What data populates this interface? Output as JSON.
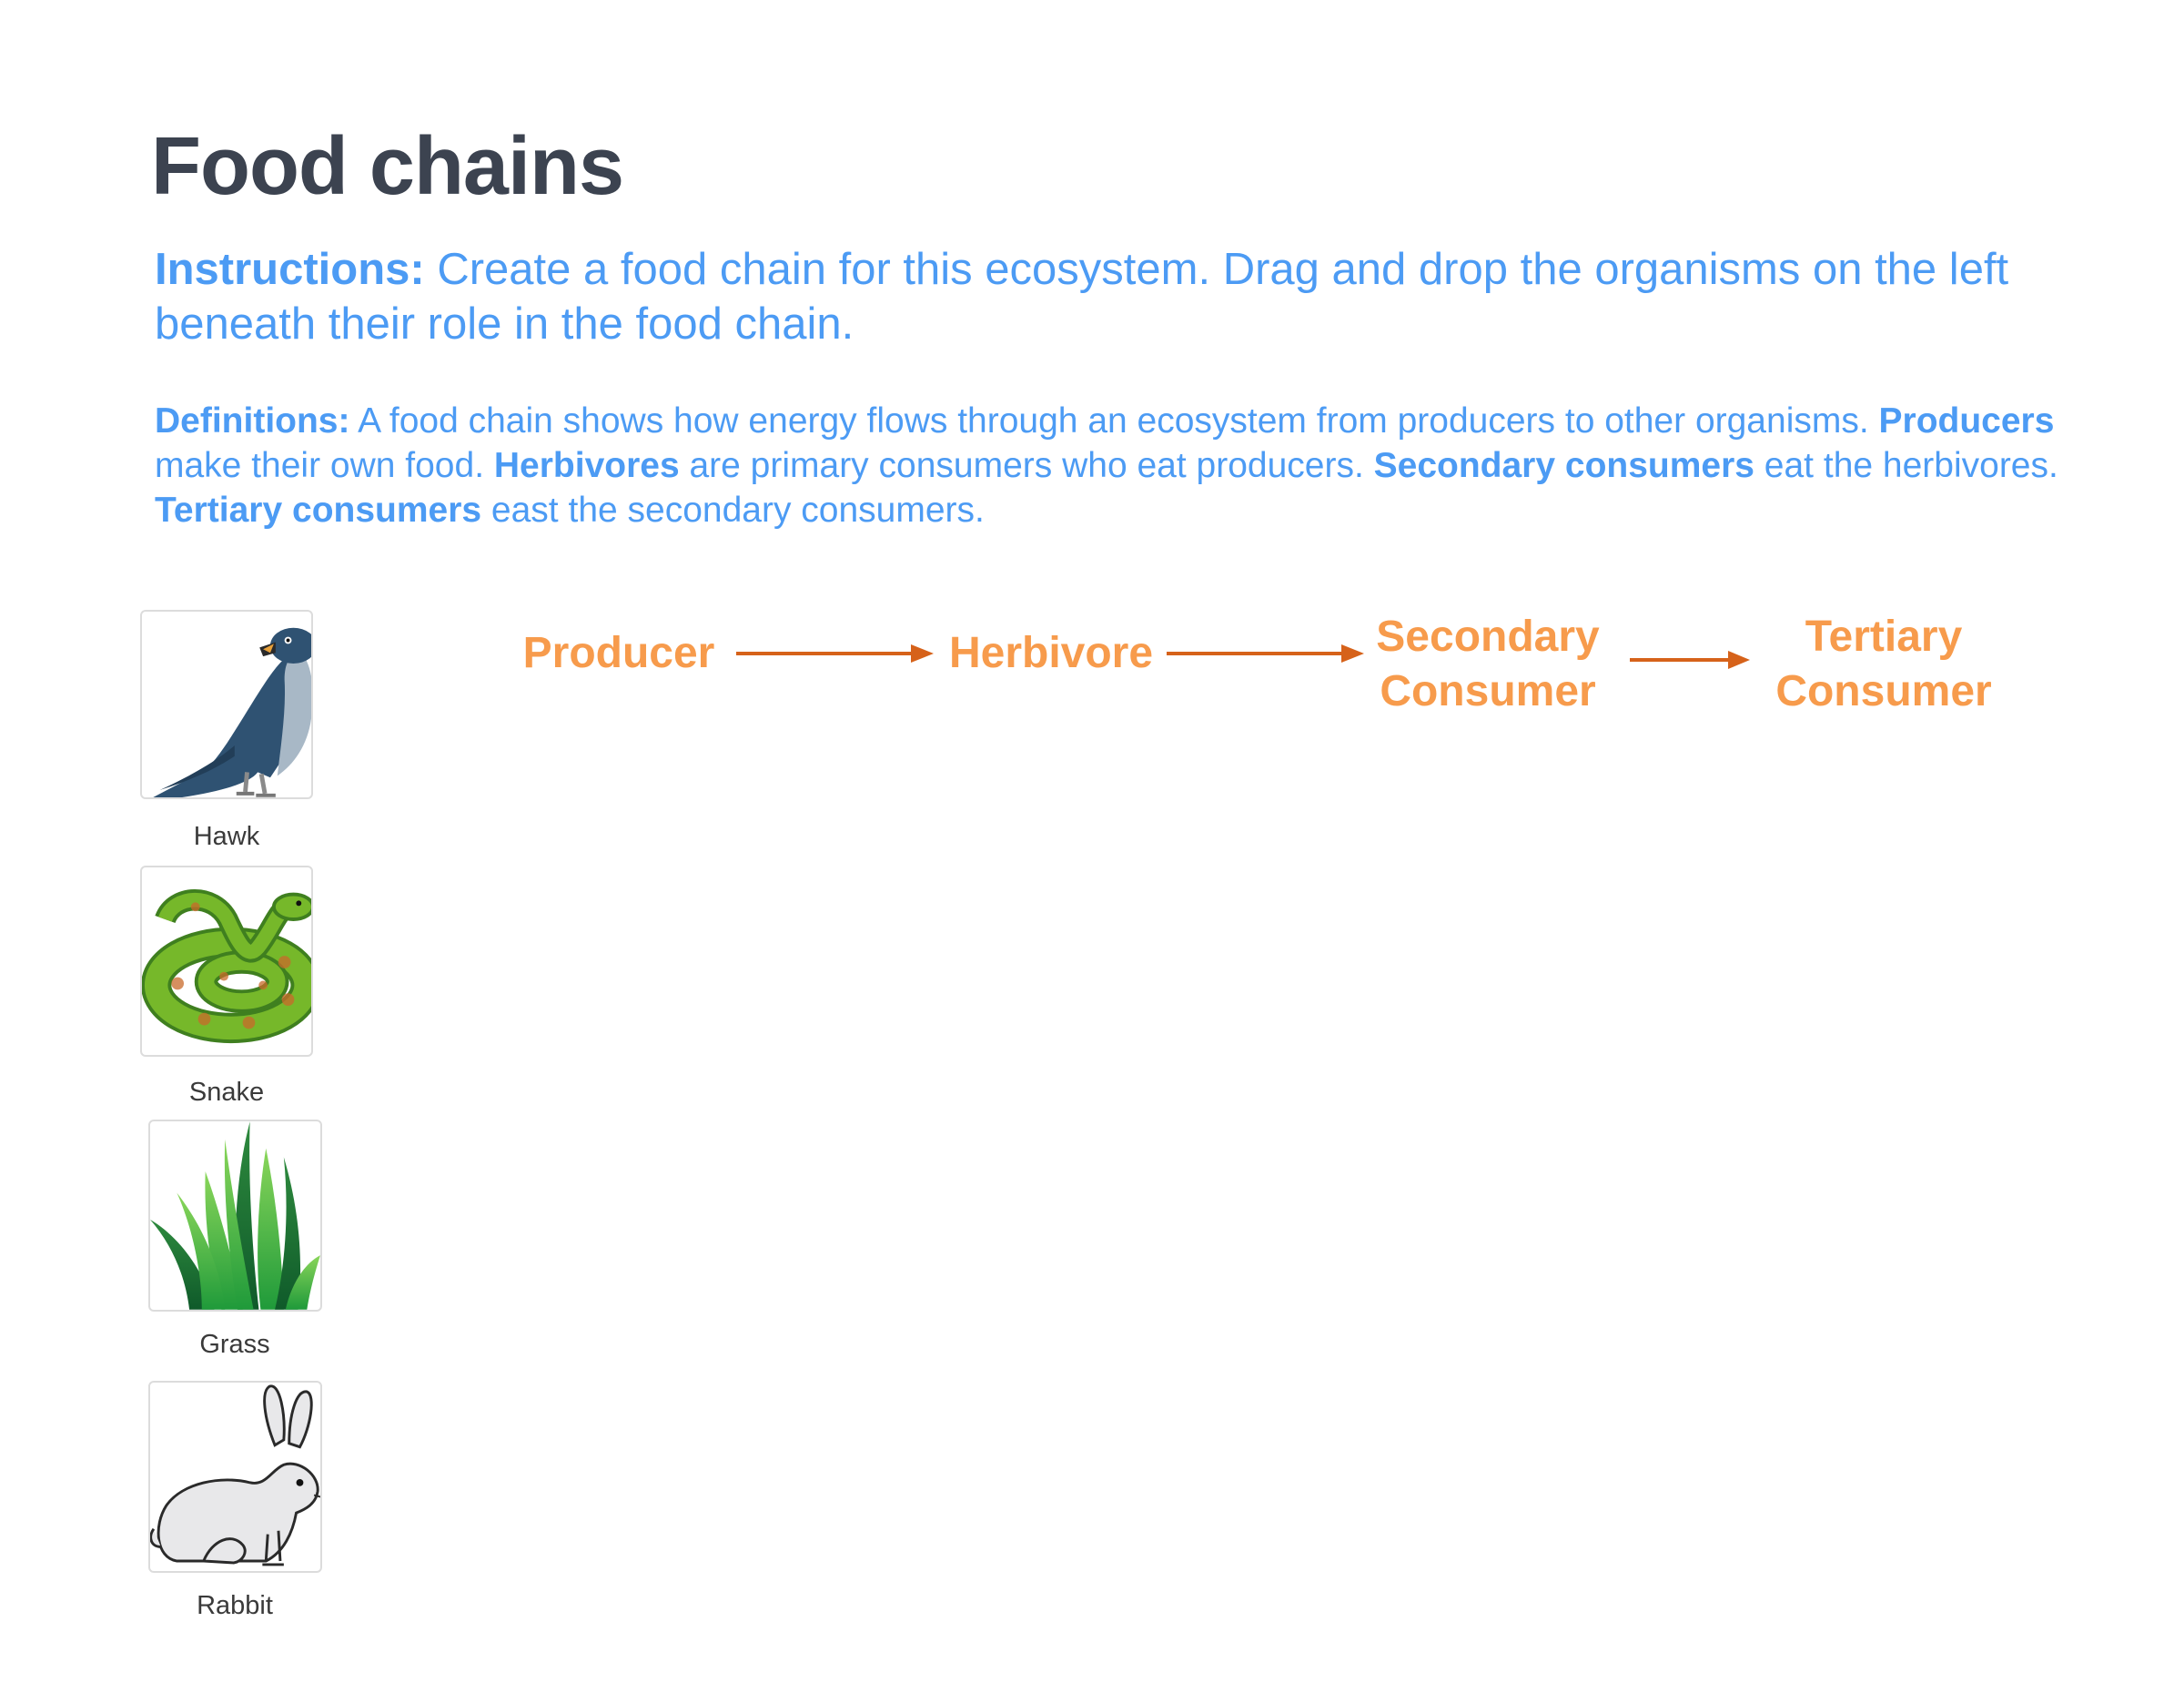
{
  "title": "Food chains",
  "instructions": {
    "label": "Instructions:",
    "text": " Create a food chain for this ecosystem. Drag and drop the organisms on the left beneath their role in the food chain."
  },
  "definitions": {
    "label": "Definitions:",
    "part1": " A food chain shows how energy flows through an ecosystem from producers to other organisms. ",
    "producers": "Producers",
    "part2": " make their own food. ",
    "herbivores": "Herbivores",
    "part3": " are primary consumers who eat producers. ",
    "secondary": "Secondary consumers",
    "part4": " eat the herbivores. ",
    "tertiary": "Tertiary consumers",
    "part5": " east the secondary consumers."
  },
  "organisms": [
    {
      "name": "Hawk",
      "icon": "hawk-icon"
    },
    {
      "name": "Snake",
      "icon": "snake-icon"
    },
    {
      "name": "Grass",
      "icon": "grass-icon"
    },
    {
      "name": "Rabbit",
      "icon": "rabbit-icon"
    }
  ],
  "roles": [
    {
      "line1": "Producer",
      "line2": ""
    },
    {
      "line1": "Herbivore",
      "line2": ""
    },
    {
      "line1": "Secondary",
      "line2": "Consumer"
    },
    {
      "line1": "Tertiary",
      "line2": "Consumer"
    }
  ],
  "colors": {
    "title": "#3c4350",
    "text_blue": "#4c9bf4",
    "role_orange": "#f79b4c",
    "arrow": "#d6621a"
  }
}
